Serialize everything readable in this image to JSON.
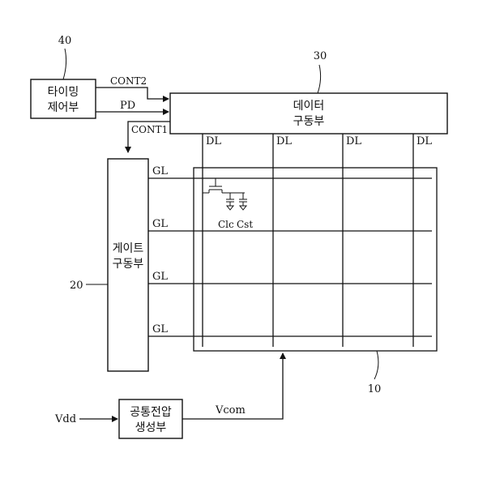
{
  "refs": {
    "timing": "40",
    "data_driver": "30",
    "gate_driver": "20",
    "panel": "10"
  },
  "blocks": {
    "timing": [
      "타이밍",
      "제어부"
    ],
    "data_driver": [
      "데이터",
      "구동부"
    ],
    "gate_driver": [
      "게이트",
      "구동부"
    ],
    "vcom_gen": [
      "공통전압",
      "생성부"
    ]
  },
  "signals": {
    "cont2": "CONT2",
    "pd": "PD",
    "cont1": "CONT1",
    "vdd": "Vdd",
    "vcom": "Vcom"
  },
  "data_lines": [
    "DL",
    "DL",
    "DL",
    "DL"
  ],
  "gate_lines": [
    "GL",
    "GL",
    "GL",
    "GL"
  ],
  "pixel": {
    "clc": "Clc",
    "cst": "Cst"
  }
}
